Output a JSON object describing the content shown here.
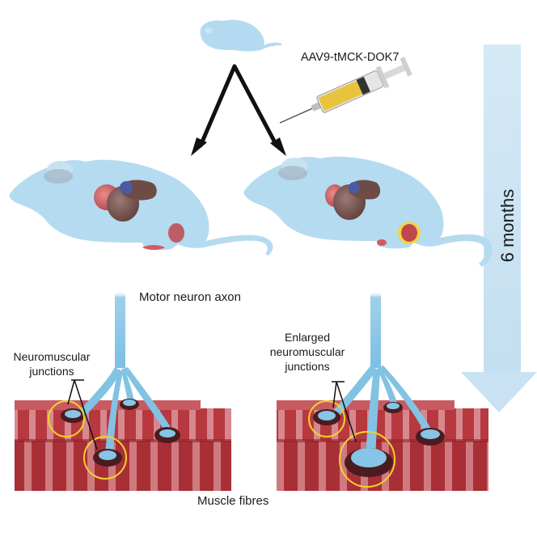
{
  "labels": {
    "injection": "AAV9-tMCK-DOK7",
    "axon": "Motor neuron axon",
    "nmj_line1": "Neuromuscular",
    "nmj_line2": "junctions",
    "enlarged_line1": "Enlarged",
    "enlarged_line2": "neuromuscular",
    "enlarged_line3": "junctions",
    "muscle": "Muscle fibres",
    "time": "6 months"
  },
  "icons": [
    "mouse-pup-icon",
    "syringe-icon",
    "mouse-icon",
    "timeline-arrow-icon"
  ],
  "colors": {
    "body": "#a9d5ee",
    "axon": "#8cc8e6",
    "muscle": "#b83a42",
    "muscle_light": "#d98f95",
    "ring": "#f2d22a",
    "endplate": "#5a2226",
    "arrow": "#cfe6f4",
    "serum": "#e6c13a"
  }
}
